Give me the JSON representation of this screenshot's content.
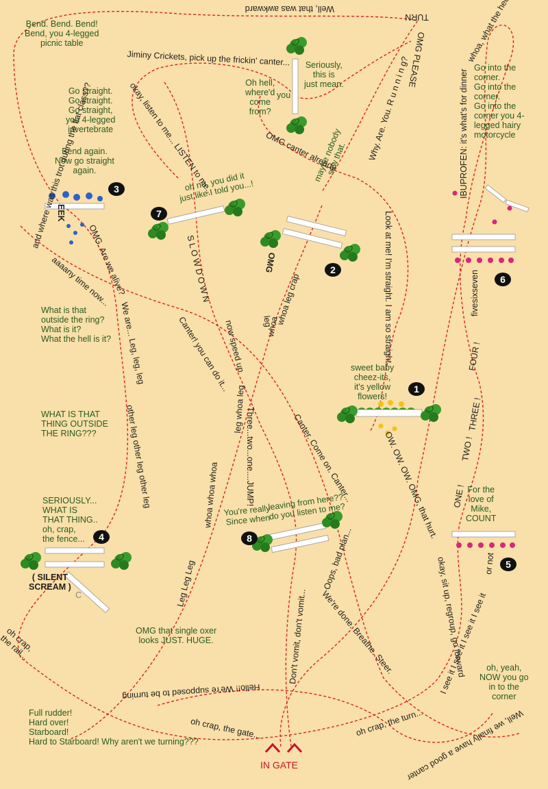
{
  "colors": {
    "background": "#f9dfa9",
    "path": "#d9241c",
    "speech": "#2a5a22",
    "text": "#1f1f1f",
    "rail": "#ffffff",
    "shrub": "#2f8a24",
    "flower_blue": "#2a63c9",
    "flower_yellow": "#f2c21b",
    "flower_pink": "#d6287a",
    "gate": "#c8102e"
  },
  "entrance": {
    "label": "IN GATE"
  },
  "fences": [
    {
      "number": "1"
    },
    {
      "number": "2"
    },
    {
      "number": "3"
    },
    {
      "number": "4"
    },
    {
      "number": "5"
    },
    {
      "number": "6"
    },
    {
      "number": "7"
    },
    {
      "number": "8"
    }
  ],
  "fence_labels": {
    "eek": "EEK",
    "omg": "OMG",
    "silent_scream": "( SILENT\nSCREAM )",
    "c_mark": "C"
  },
  "notes": {
    "well_awkward": "Well, that was awkward",
    "turn": "TURN",
    "omg_please": "OMG PLEASE",
    "bend": "Bend.  Bend.  Bend!\nBend, you 4-legged\npicnic table",
    "jiminy": "Jiminy Crickets, pick up the frickin' canter...",
    "seriously_mean": "Seriously,\nthis is\njust mean.",
    "oh_hell": "Oh hell,\nwhere'd\ncome\nfrom?",
    "you": "you",
    "whoa_heck": "whoa, what the heck...",
    "corner": "Go into the\ncorner.\nGo into the\ncorner.\nGo into the\ncorner you 4-\nlegged hairy\nmotorcycle",
    "ibuprofen": "IBUPROFEN: it's what's for dinner",
    "go_straight": "Go straight.\nGo straight.\nGo straight,\nyou 4-legged\ninvertebrate",
    "bend_again": "Bend again.\nNow go straight\nagain.",
    "okay_listen": "okay, listen to me... LISTEN to me...",
    "omg_canter": "OMG canter already",
    "why_running": "Why. Are. You. R u n n i n g?",
    "maybe_nobody": "maybe nobody\nsaw that.",
    "flat_class": "and where was this trot during the flat class??",
    "oh_no": "oh no, you did it\njust like I told you...!",
    "slow_down": "S L O W     D O W N",
    "look_at_me": "Look at me! I'm straight. I am so straight...",
    "aaaany": "aaaany time now...",
    "omg_alive": "OMG. Are we alive?",
    "we_are": "We are... Leg, leg, leg",
    "five_six_seven": "fivesixseven",
    "what_is_that": "What is that\noutside the ring?\nWhat is it?\nWhat the hell is it?",
    "canter_you_can": "Canter! you can do it...",
    "now_speed_up": "now speed up",
    "leg": "leg",
    "whoa": "whoa",
    "whoa_leg_crap": "whoa leg crap",
    "sweet_baby": "sweet baby\ncheez-its,\nit's yellow\nflowers!",
    "four": "FOUR !",
    "what_is_that_thing": "WHAT IS THAT\nTHING OUTSIDE\nTHE RING???",
    "other_leg": "other leg  other leg  other leg",
    "leg_whoa_leg": "leg whoa leg",
    "three_two_one": "Three...two...one....JUMP!",
    "canter_come_on": "Canter. Come on. Canter...",
    "ow_ow": "OW. OW. OW. OMG, that hurt.",
    "three": "THREE !",
    "two": "TWO !",
    "one": "ONE !",
    "for_the_love": "For the\nlove of\nMike,\nCOUNT",
    "seriously_what": "SERIOUSLY...\nWHAT IS\nTHAT THING..\noh, crap,\nthe fence...",
    "whoa_whoa_whoa": "whoa whoa whoa",
    "youre_really": "You're really\nSince when",
    "leaving_from": "leaving from here??\ndo you listen to me?",
    "oops_bad_plan": "Oops, bad plan...",
    "or_not": "or not",
    "leg_leg_leg": "Leg Leg Leg",
    "okay_sit_up": "okay, sit up, regroup, go forward",
    "i_see_it": "I see it   I see it   I see it   I see it",
    "oh_crap_rail": "oh crap,\nthe rail...",
    "omg_oxer": "OMG that single oxer\nlooks JUST. HUGE.",
    "dont_vomit": "Don't vomit, don't vomit...",
    "were_done": "We're done. Breathe. Steer.",
    "oh_yeah": "oh, yeah,\nNOW you go\nin to the\ncorner",
    "hello": "Hello!! We're supposed to be turning",
    "full_rudder": "Full rudder!\nHard over!\nStarboard!\nHard to Starboard! Why aren't we turning???",
    "oh_crap_gate": "oh crap, the gate...",
    "oh_crap_turn": "oh crap, the turn...",
    "good_canter": "Well, we finally have a good canter"
  }
}
